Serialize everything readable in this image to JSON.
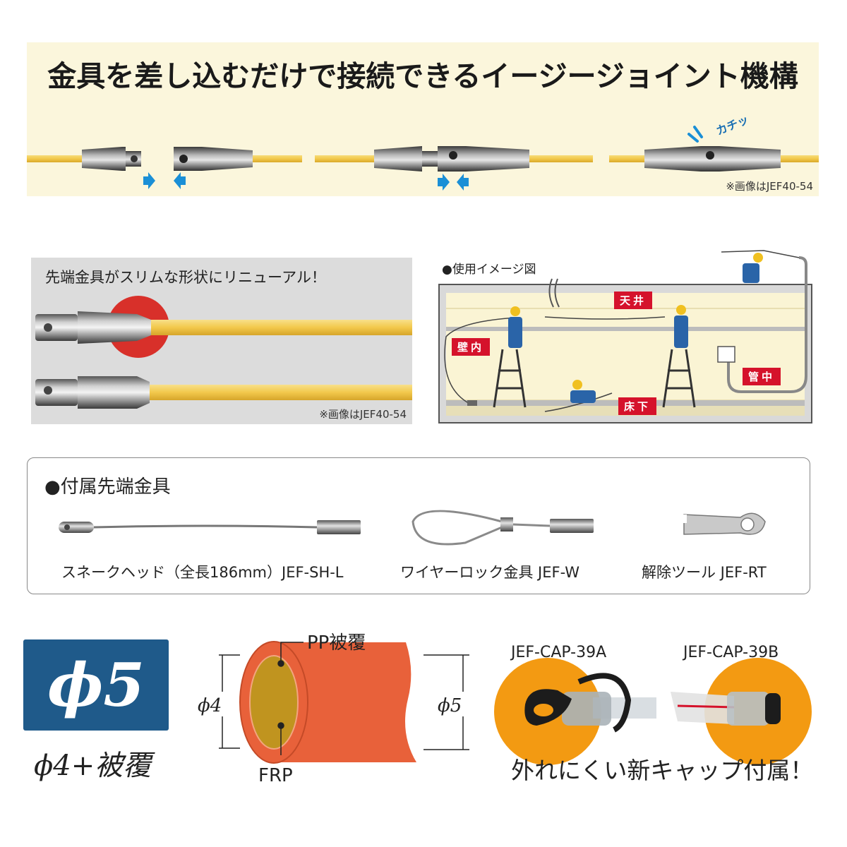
{
  "banner": {
    "title": "金具を差し込むだけで接続できるイージージョイント機構",
    "click_sound": "カチッ",
    "note": "※画像はJEF40-54"
  },
  "tip_section": {
    "caption": "先端金具がスリムな形状にリニューアル！",
    "note": "※画像はJEF40-54"
  },
  "usage": {
    "caption": "●使用イメージ図",
    "zones": {
      "ceiling": "天井",
      "wall": "壁内",
      "floor": "床下",
      "pipe": "管中"
    }
  },
  "accessories": {
    "title": "●付属先端金具",
    "items": [
      {
        "label": "スネークヘッド（全長186mm）JEF-SH-L"
      },
      {
        "label": "ワイヤーロック金具 JEF-W"
      },
      {
        "label": "解除ツール JEF-RT"
      }
    ]
  },
  "spec": {
    "diameter_badge": "ϕ5",
    "diameter_sub": "ϕ4+被覆",
    "cross_section": {
      "coating_label": "PP被覆",
      "core_label": "FRP",
      "inner_dim": "ϕ4",
      "outer_dim": "ϕ5"
    }
  },
  "caps": {
    "cap_a": "JEF-CAP-39A",
    "cap_b": "JEF-CAP-39B",
    "caption": "外れにくい新キャップ付属！"
  },
  "colors": {
    "banner_bg": "#fbf6dc",
    "rod_yellow": "#f2c84b",
    "arrow_blue": "#1a8fd6",
    "zone_red": "#d5122b",
    "badge_blue": "#1f5a8a",
    "coating_orange": "#e8613a",
    "core_gold": "#c0941f",
    "cap_circle_orange": "#f39a12"
  }
}
